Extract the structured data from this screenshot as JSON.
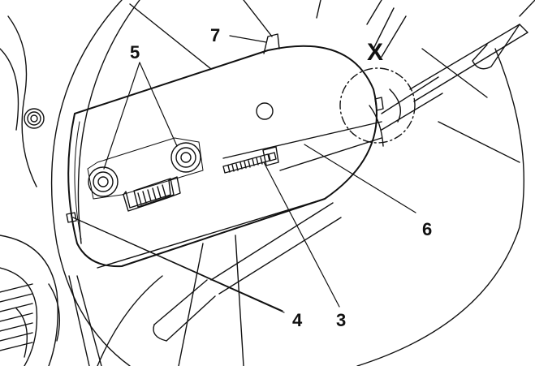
{
  "diagram": {
    "callouts": {
      "c7": "7",
      "c5": "5",
      "cX": "X",
      "c6": "6",
      "c4": "4",
      "c3": "3"
    },
    "colors": {
      "line": "#111111",
      "background": "#ffffff"
    }
  }
}
